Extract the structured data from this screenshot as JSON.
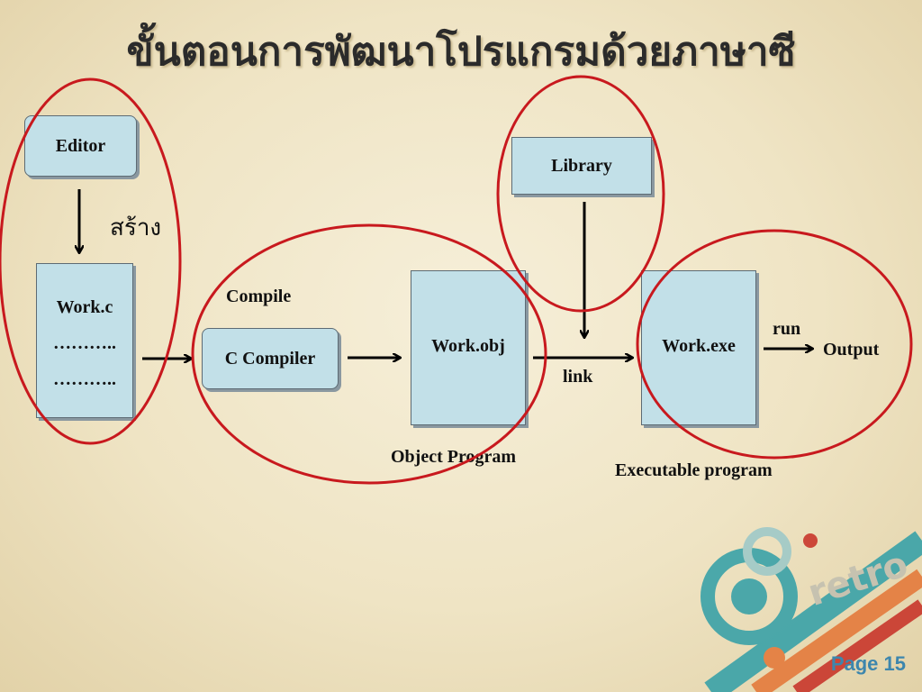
{
  "title": "ขั้นตอนการพัฒนาโปรแกรมด้วยภาษาซี",
  "boxes": {
    "editor": "Editor",
    "workc_name": "Work.c",
    "workc_line1": "………..",
    "workc_line2": "………..",
    "compiler": "C Compiler",
    "workobj": "Work.obj",
    "library": "Library",
    "workexe": "Work.exe"
  },
  "labels": {
    "create": "สร้าง",
    "compile": "Compile",
    "link": "link",
    "run": "run",
    "output": "Output",
    "object_program": "Object Program",
    "executable_program": "Executable program"
  },
  "logo": {
    "text": "retro"
  },
  "footer": {
    "page": "Page 15"
  },
  "colors": {
    "box_fill": "#c2e0e8",
    "highlight_ellipse": "#c8191e",
    "accent": "#3d86ad"
  }
}
